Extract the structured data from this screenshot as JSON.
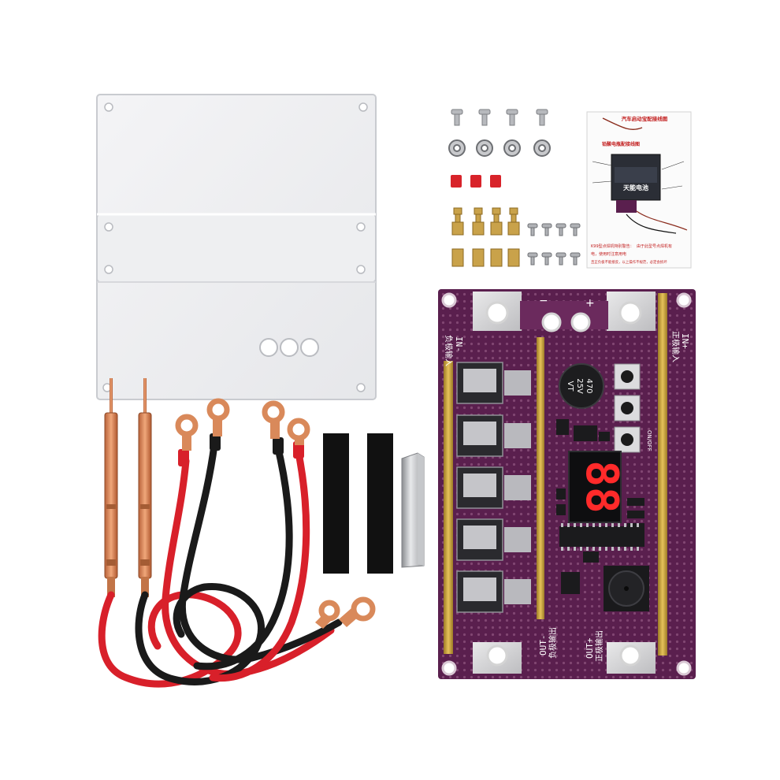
{
  "image": {
    "description_free": true
  },
  "manual": {
    "title": "汽车启动宝配接线图",
    "subtitle": "铅酸电瓶配接线图",
    "battery_brand": "天能电池",
    "warning_line1": "K99型点焊机特别警告：",
    "warning_line2": "由于此型号点焊机有",
    "warning_line3": "电，使用时注意用电",
    "warning_line4": "且正负极不能接反，以上操作不规范，必定会损坏"
  },
  "pcb": {
    "label_in_minus": "IN-",
    "label_in_minus_cn": "负极输入",
    "label_in_plus": "IN+",
    "label_in_plus_cn": "正极输入",
    "label_out_minus": "OUT-",
    "label_out_minus_cn": "负极输出",
    "label_out_plus": "OUT+",
    "label_out_plus_cn": "正极输出",
    "label_minus_sign": "−",
    "label_plus_sign": "+",
    "cap_value_1": "470",
    "cap_value_2": "25V",
    "cap_value_3": "VT",
    "display_digits": "88",
    "switch_label": "ON/OFF"
  },
  "colors": {
    "pcb_purple": "#5a1f4e",
    "copper": "#d9895a",
    "red_wire": "#d8202a",
    "black_wire": "#1a1a1a",
    "display_red": "#ff2a2a",
    "gold": "#c9a13b"
  }
}
